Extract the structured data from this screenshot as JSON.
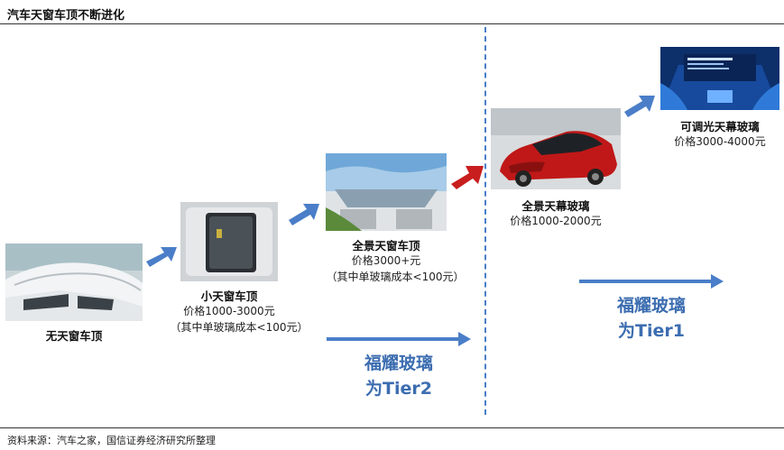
{
  "title": "汽车天窗车顶不断进化",
  "stages": [
    {
      "label": "无天窗车顶",
      "price": "",
      "note": ""
    },
    {
      "label": "小天窗车顶",
      "price": "价格1000-3000元",
      "note": "（其中单玻璃成本<100元）"
    },
    {
      "label": "全景天窗车顶",
      "price": "价格3000+元",
      "note": "（其中单玻璃成本<100元）"
    },
    {
      "label": "全景天幕玻璃",
      "price": "价格1000-2000元",
      "note": ""
    },
    {
      "label": "可调光天幕玻璃",
      "price": "价格3000-4000元",
      "note": ""
    }
  ],
  "tier2": {
    "line1": "福耀玻璃",
    "line2": "为Tier2"
  },
  "tier1": {
    "line1": "福耀玻璃",
    "line2": "为Tier1"
  },
  "source": "资料来源：汽车之家，国信证券经济研究所整理",
  "colors": {
    "arrow_blue": "#4a7ec8",
    "arrow_red": "#c81e1e",
    "text_blue": "#3c6db0"
  }
}
